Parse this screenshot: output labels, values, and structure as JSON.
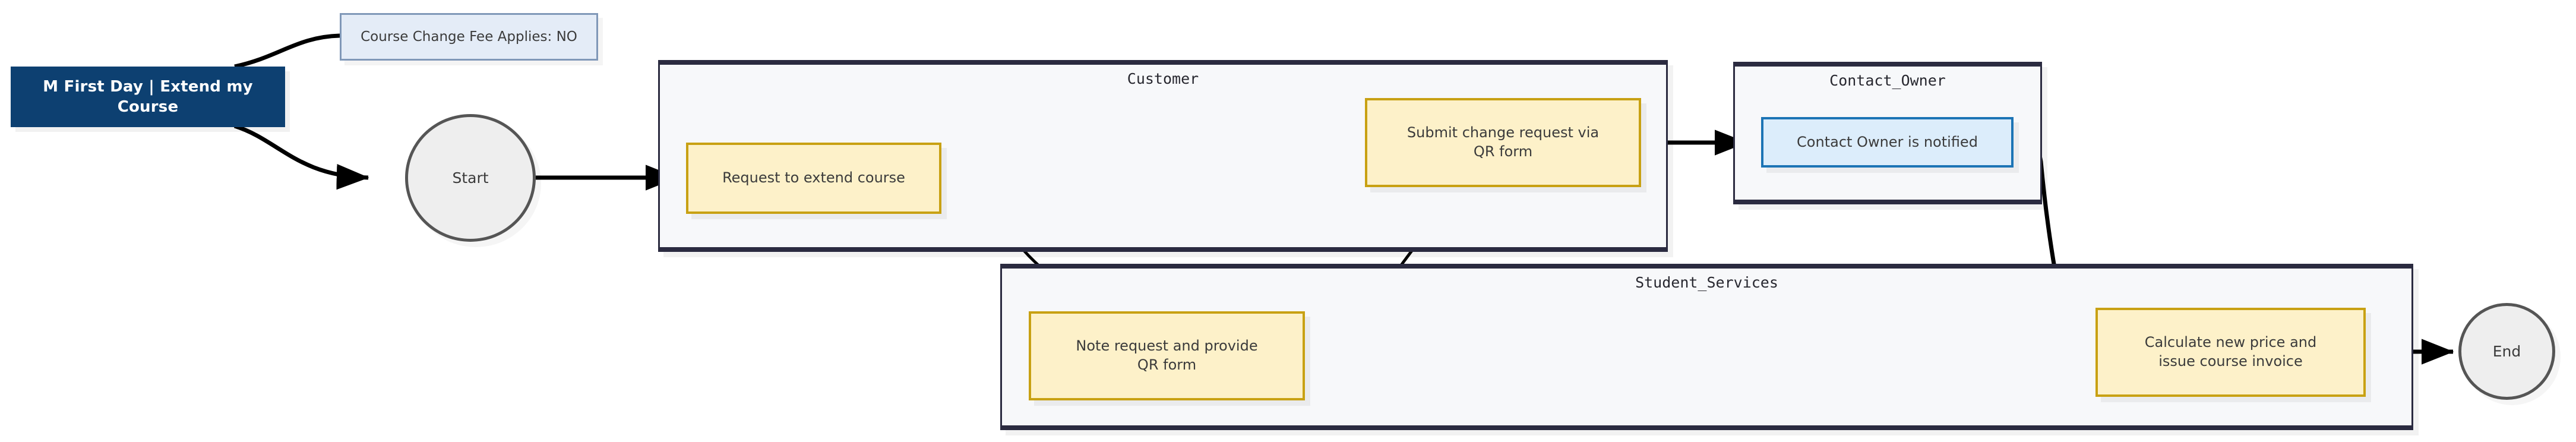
{
  "diagram": {
    "title": "M First Day | Extend my Course",
    "note": "Course Change Fee Applies: NO",
    "events": {
      "start": "Start",
      "end": "End"
    },
    "pools": [
      {
        "id": "customer",
        "label": "Customer"
      },
      {
        "id": "contact_owner",
        "label": "Contact_Owner"
      },
      {
        "id": "student_services",
        "label": "Student_Services"
      }
    ],
    "tasks": [
      {
        "id": "request-extend",
        "pool": "customer",
        "label": "Request to extend course",
        "style": "yellow"
      },
      {
        "id": "submit-change-request",
        "pool": "customer",
        "label": "Submit change request via QR form",
        "line1": "Submit change request via",
        "line2": "QR form",
        "style": "yellow"
      },
      {
        "id": "contact-owner-notified",
        "pool": "contact_owner",
        "label": "Contact Owner is notified",
        "style": "blue"
      },
      {
        "id": "note-request",
        "pool": "student_services",
        "label": "Note request and provide QR form",
        "line1": "Note request and provide",
        "line2": "QR form",
        "style": "yellow"
      },
      {
        "id": "calculate-price",
        "pool": "student_services",
        "label": "Calculate new price and issue course invoice",
        "line1": "Calculate new price and",
        "line2": "issue course invoice",
        "style": "yellow"
      }
    ],
    "flows": [
      {
        "from": "title",
        "to": "note"
      },
      {
        "from": "title",
        "to": "start"
      },
      {
        "from": "start",
        "to": "request-extend"
      },
      {
        "from": "request-extend",
        "to": "note-request"
      },
      {
        "from": "note-request",
        "to": "submit-change-request"
      },
      {
        "from": "submit-change-request",
        "to": "contact-owner-notified"
      },
      {
        "from": "contact-owner-notified",
        "to": "calculate-price"
      },
      {
        "from": "calculate-price",
        "to": "end"
      }
    ],
    "colors": {
      "title_fill": "#0d4071",
      "note_fill": "#e4ecf7",
      "note_stroke": "#8098b8",
      "pool_fill": "#f7f8fa",
      "pool_stroke": "#2b2b40",
      "task_fill": "#fdf1c9",
      "task_stroke": "#c8a113",
      "task_blue_fill": "#dcedfb",
      "task_blue_stroke": "#1c74b5",
      "event_fill": "#eeeeee",
      "event_stroke": "#555555",
      "connector": "#000000"
    }
  }
}
